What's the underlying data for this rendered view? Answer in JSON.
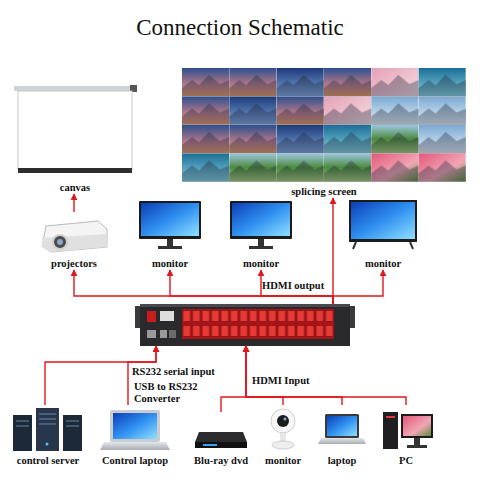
{
  "diagram": {
    "title": "Connection Schematic",
    "nodes": [
      {
        "text": [
          "canvas"
        ]
      },
      {
        "text": [
          "splicing screen"
        ]
      },
      {
        "text": [
          "projectors"
        ]
      },
      {
        "text": [
          "monitor"
        ]
      },
      {
        "text": [
          "monitor"
        ]
      },
      {
        "text": [
          "monitor"
        ]
      },
      {
        "text": []
      },
      {
        "text": [
          "control server"
        ]
      },
      {
        "text": [
          "Control laptop"
        ]
      },
      {
        "text": [
          "Blu-ray dvd"
        ]
      },
      {
        "text": [
          "monitor"
        ]
      },
      {
        "text": [
          "laptop"
        ]
      },
      {
        "text": [
          "PC"
        ]
      }
    ],
    "edges": [
      {
        "from": 2,
        "to": 0,
        "arrow": "to"
      },
      {
        "from": 6,
        "to": 1,
        "arrow": "to"
      },
      {
        "from": 6,
        "to": 2,
        "arrow": "to"
      },
      {
        "from": 6,
        "to": 3,
        "arrow": "to"
      },
      {
        "from": 6,
        "to": 4,
        "arrow": "to"
      },
      {
        "from": 6,
        "to": 5,
        "arrow": "to"
      },
      {
        "from": 7,
        "to": 6,
        "arrow": "to"
      },
      {
        "from": 8,
        "to": 6,
        "arrow": "to"
      },
      {
        "from": 9,
        "to": 6,
        "arrow": "to"
      },
      {
        "from": 10,
        "to": 6,
        "arrow": "to"
      },
      {
        "from": 11,
        "to": 6,
        "arrow": "to"
      },
      {
        "from": 12,
        "to": 6,
        "arrow": "to"
      }
    ],
    "labels": [
      "HDMI output",
      "RS232 serial input",
      "HDMI Input",
      "USB to RS232 Converter"
    ]
  }
}
